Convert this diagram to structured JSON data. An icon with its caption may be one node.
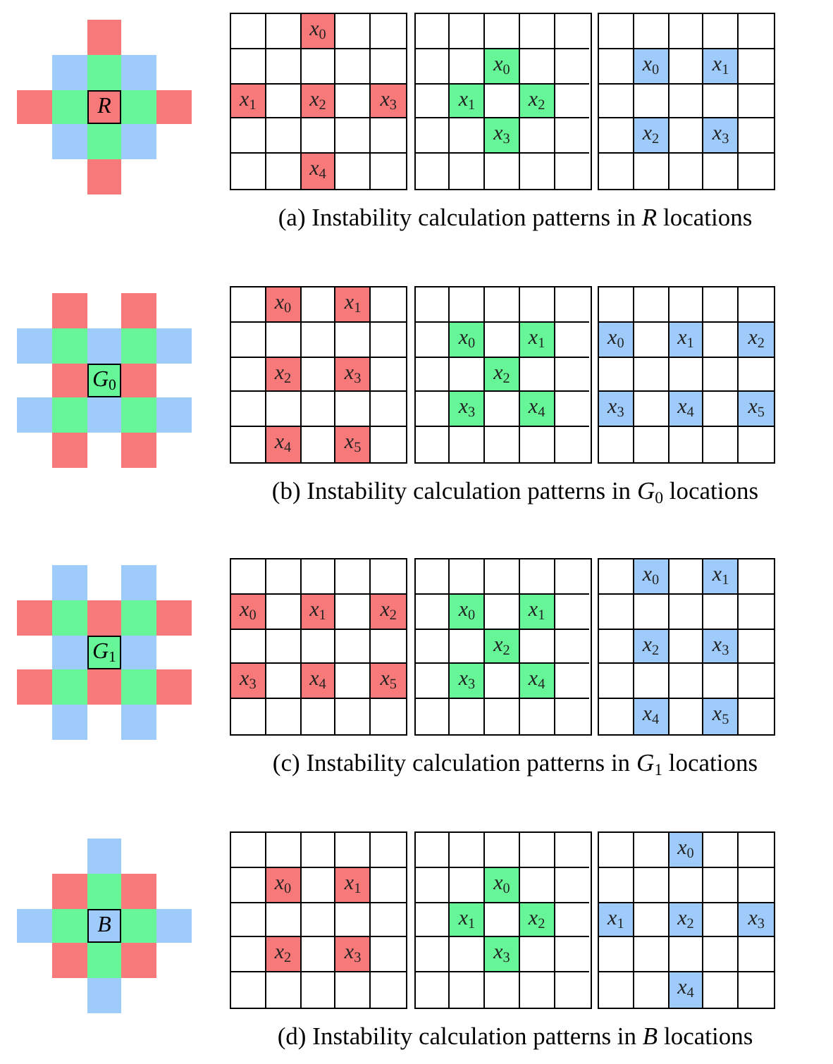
{
  "diagram": {
    "labels": [
      "R",
      "*x*$_{0}$",
      "*x*$_{1}$",
      "*x*$_{2}$",
      "*x*$_{3}$",
      "*x*$_{4}$",
      "*x*$_{0}$",
      "*x*$_{1}$",
      "*x*$_{2}$",
      "*x*$_{3}$",
      "*x*$_{0}$",
      "*x*$_{1}$",
      "*x*$_{2}$",
      "*x*$_{3}$",
      "(a) Instability calculation patterns in *R* locations",
      "*G*$_{0}$",
      "*x*$_{0}$",
      "*x*$_{1}$",
      "*x*$_{2}$",
      "*x*$_{3}$",
      "*x*$_{4}$",
      "*x*$_{5}$",
      "*x*$_{0}$",
      "*x*$_{1}$",
      "*x*$_{2}$",
      "*x*$_{3}$",
      "*x*$_{4}$",
      "*x*$_{0}$",
      "*x*$_{1}$",
      "*x*$_{2}$",
      "*x*$_{3}$",
      "*x*$_{4}$",
      "*x*$_{5}$",
      "(b) Instability calculation patterns in *G*$_{0}$ locations",
      "*G*$_{1}$",
      "*x*$_{0}$",
      "*x*$_{1}$",
      "*x*$_{2}$",
      "*x*$_{3}$",
      "*x*$_{4}$",
      "*x*$_{5}$",
      "*x*$_{0}$",
      "*x*$_{1}$",
      "*x*$_{2}$",
      "*x*$_{3}$",
      "*x*$_{4}$",
      "*x*$_{0}$",
      "*x*$_{1}$",
      "*x*$_{2}$",
      "*x*$_{3}$",
      "*x*$_{4}$",
      "*x*$_{5}$",
      "(c) Instability calculation patterns in *G*$_{1}$ locations",
      "B",
      "*x*$_{0}$",
      "*x*$_{1}$",
      "*x*$_{2}$",
      "*x*$_{3}$",
      "*x*$_{0}$",
      "*x*$_{1}$",
      "*x*$_{2}$",
      "*x*$_{3}$",
      "*x*$_{0}$",
      "*x*$_{1}$",
      "*x*$_{2}$",
      "*x*$_{3}$",
      "*x*$_{4}$",
      "(d) Instability calculation patterns in *B* locations"
    ]
  }
}
